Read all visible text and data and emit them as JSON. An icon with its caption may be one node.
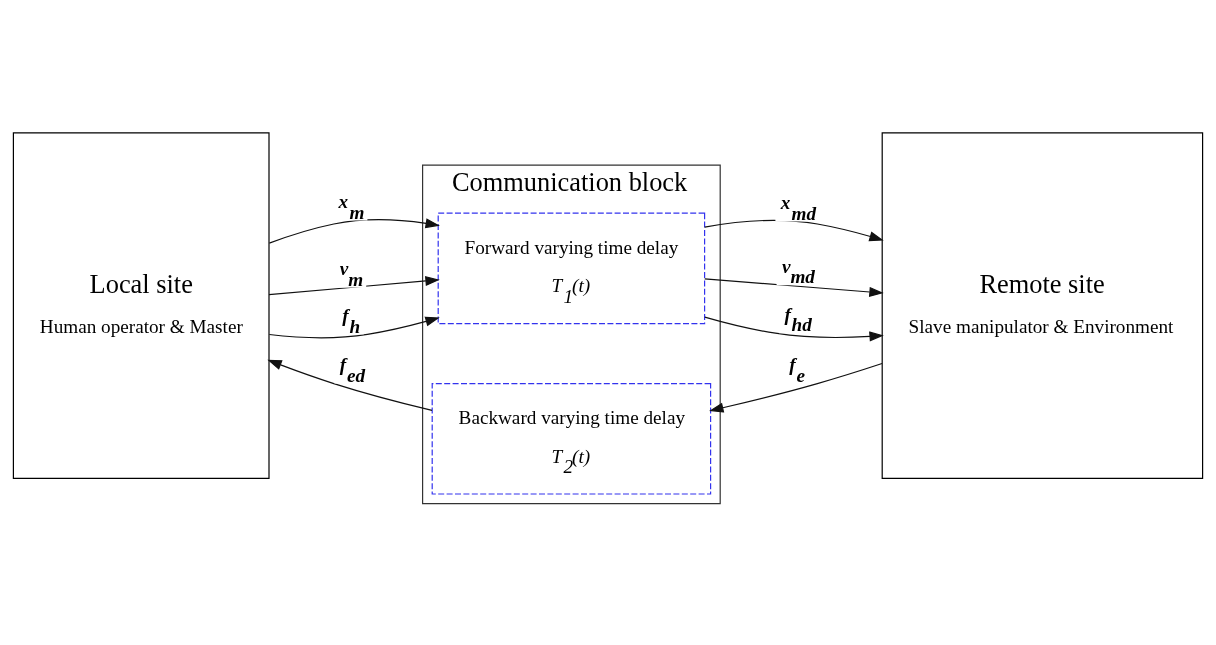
{
  "diagram": {
    "nodes": [
      {
        "text": [
          "Local site",
          "Human operator & Master"
        ]
      },
      {
        "text": [
          "Communication block"
        ]
      },
      {
        "text": [
          "Forward varying time delay",
          "T$_{1}$(t)"
        ],
        "in": 1
      },
      {
        "text": [
          "Backward varying time delay",
          "T$_{2}$(t)"
        ],
        "in": 1
      },
      {
        "text": [
          "Remote site",
          "Slave manipulator & Environment"
        ]
      }
    ],
    "edges": [
      {
        "from": 0,
        "to": 2,
        "arrow": "to",
        "label": "x$_{m}$"
      },
      {
        "from": 0,
        "to": 2,
        "arrow": "to",
        "label": "v$_{m}$"
      },
      {
        "from": 0,
        "to": 2,
        "arrow": "to",
        "label": "f$_{h}$"
      },
      {
        "from": 2,
        "to": 4,
        "arrow": "to",
        "label": "x$_{md}$"
      },
      {
        "from": 2,
        "to": 4,
        "arrow": "to",
        "label": "v$_{md}$"
      },
      {
        "from": 2,
        "to": 4,
        "arrow": "to",
        "label": "f$_{hd}$"
      },
      {
        "from": 4,
        "to": 3,
        "arrow": "to",
        "label": "f$_{e}$"
      },
      {
        "from": 3,
        "to": 0,
        "arrow": "to",
        "label": "f$_{ed}$"
      }
    ]
  }
}
